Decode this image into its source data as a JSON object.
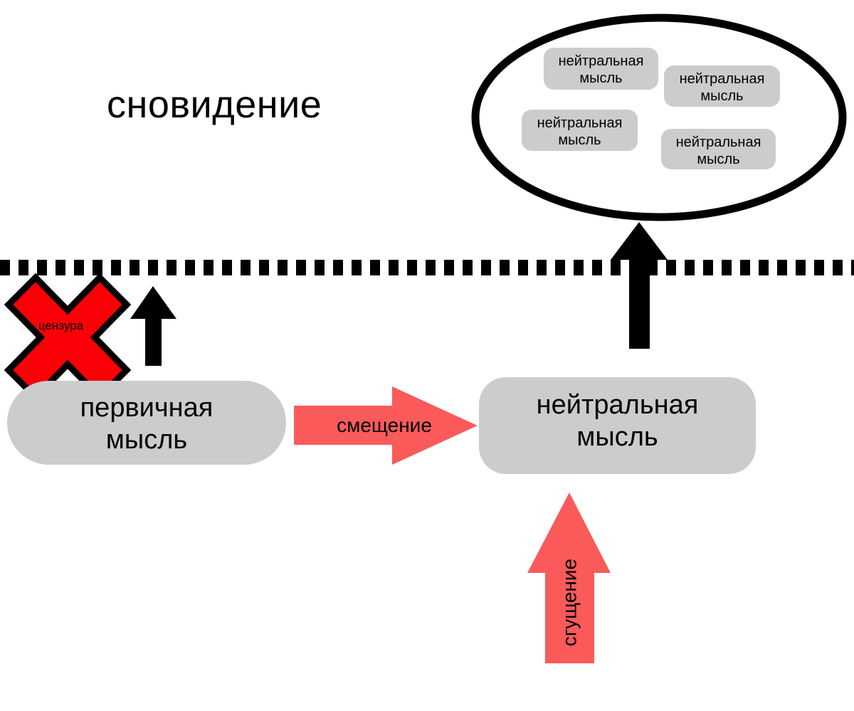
{
  "diagram": {
    "title": "сновидение",
    "colors": {
      "thought_fill": "#cccccc",
      "censor_fill": "#fb0007",
      "censor_stroke": "#000000",
      "arrow_red": "#fa5a5a",
      "arrow_black": "#000000",
      "dream_outline": "#000000",
      "barrier": "#000000",
      "background": "#ffffff",
      "text": "#000000"
    },
    "dream_circle": {
      "name": "dream-ellipse",
      "thoughts": [
        {
          "label": "нейтральная\nмысль"
        },
        {
          "label": "нейтральная\nмысль"
        },
        {
          "label": "нейтральная\nмысль"
        },
        {
          "label": "нейтральная\nмысль"
        }
      ]
    },
    "barrier": {
      "name": "censorship-barrier",
      "style": "dashed"
    },
    "censor": {
      "label": "цензура",
      "shape": "x-cross",
      "meaning": "blocked"
    },
    "blocked_arrow": {
      "name": "blocked-upward-arrow",
      "label": "",
      "direction": "up",
      "color": "black"
    },
    "dream_arrow": {
      "name": "dream-upward-arrow",
      "label": "",
      "direction": "up",
      "color": "black"
    },
    "primary_thought": {
      "label": "первичная\nмысль"
    },
    "neutral_thought": {
      "label": "нейтральная\nмысль"
    },
    "displacement_arrow": {
      "label": "смещение",
      "direction": "right",
      "color": "red"
    },
    "condensation_arrow": {
      "label": "сгущение",
      "direction": "up",
      "color": "red"
    }
  }
}
